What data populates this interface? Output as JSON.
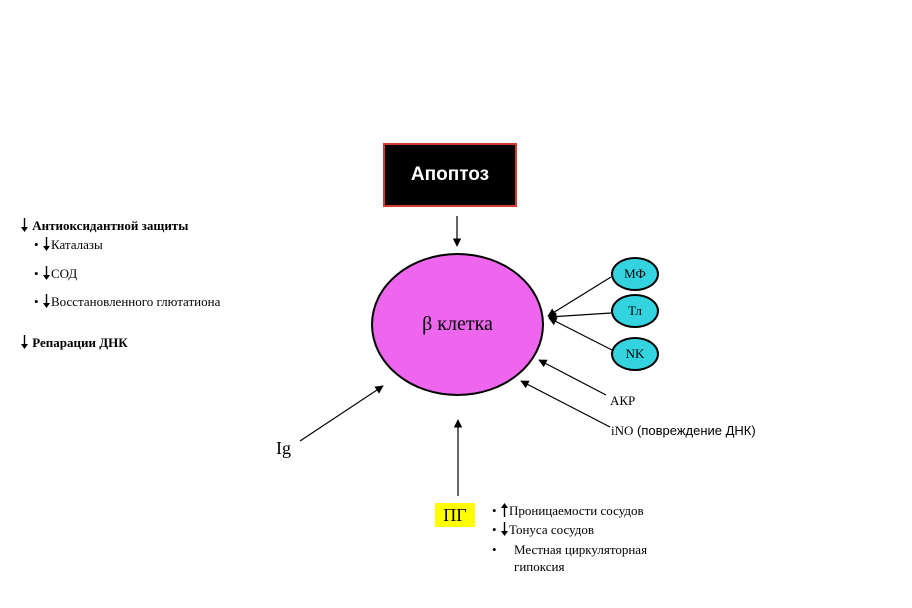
{
  "apoptosis_label": "Апоптоз",
  "cell_label": "β клетка",
  "cells": [
    {
      "label": "МФ"
    },
    {
      "label": "Тл"
    },
    {
      "label": "NK"
    }
  ],
  "akr_label": "АКР",
  "ino": {
    "prefix": "iNO",
    "suffix": " (повреждение ДНК)"
  },
  "ig_label": "Ig",
  "pg_label": "ПГ",
  "left_panel": {
    "antioxidant_heading": "Антиоксидантной защиты",
    "antioxidant_items": [
      "Каталазы",
      "СОД",
      "Восстановленного глютатиона"
    ],
    "repair_heading": "Репарации ДНК"
  },
  "pg_effects": {
    "item1": "Проницаемости сосудов",
    "item2": "Тонуса сосудов",
    "item3_line1": "Местная циркуляторная",
    "item3_line2": "гипоксия"
  },
  "colors": {
    "cell_fill": "#ee66ee",
    "oval_fill": "#33d4e0",
    "pg_fill": "#ffff00",
    "apoptosis_border": "#d63a2a"
  }
}
